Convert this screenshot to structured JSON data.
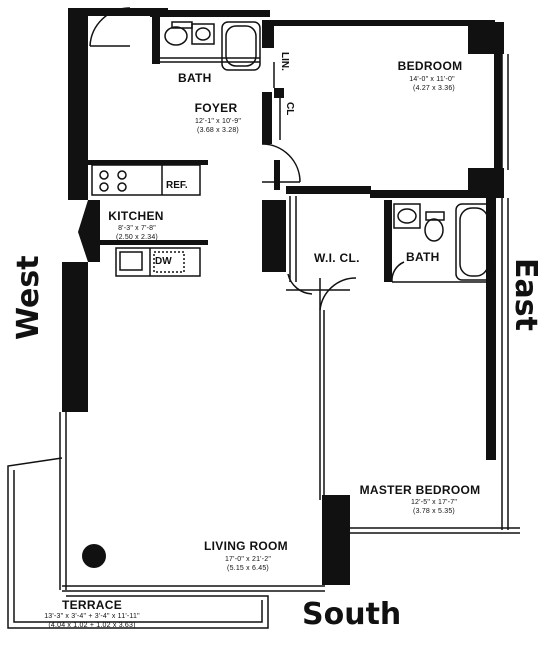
{
  "plan": {
    "compass": {
      "west": "West",
      "east": "East",
      "south": "South"
    },
    "rooms": {
      "bedroom": {
        "name": "BEDROOM",
        "dim_imperial": "14'-0\" x 11'-0\"",
        "dim_metric": "(4.27 x 3.36)"
      },
      "foyer": {
        "name": "FOYER",
        "dim_imperial": "12'-1\" x 10'-9\"",
        "dim_metric": "(3.68 x 3.28)"
      },
      "kitchen": {
        "name": "KITCHEN",
        "dim_imperial": "8'-3\" x 7'-8\"",
        "dim_metric": "(2.50 x 2.34)"
      },
      "master_bedroom": {
        "name": "MASTER BEDROOM",
        "dim_imperial": "12'-5\" x 17'-7\"",
        "dim_metric": "(3.78 x 5.35)"
      },
      "living_room": {
        "name": "LIVING ROOM",
        "dim_imperial": "17'-0\" x 21'-2\"",
        "dim_metric": "(5.15 x 6.45)"
      },
      "terrace": {
        "name": "TERRACE",
        "dim_imperial": "13'-3\" x 3'-4\" + 3'-4\" x 11'-11\"",
        "dim_metric": "(4.04 x 1.02 + 1.02 x 3.63)"
      }
    },
    "fixtures": {
      "bath_top": "BATH",
      "bath_master": "BATH",
      "linen": "LIN.",
      "closet_foyer": "CL",
      "closet_hall": "CL",
      "walk_in_closet": "W.I. CL.",
      "refrigerator": "REF.",
      "dishwasher": "DW"
    }
  }
}
